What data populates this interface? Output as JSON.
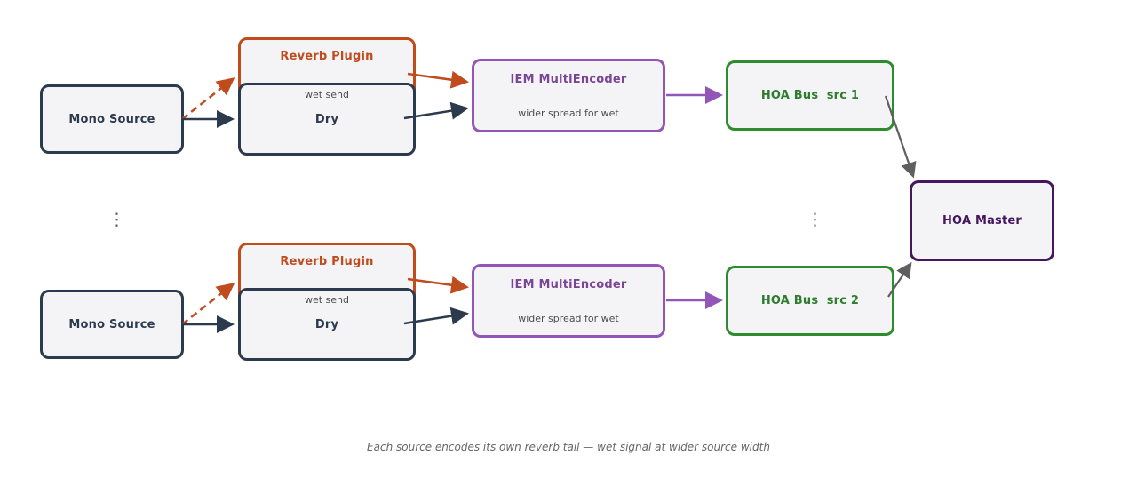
{
  "caption": "Each source encodes its own reverb tail — wet signal at wider source width",
  "icons": {
    "vertical_ellipsis": "⋮"
  },
  "colors": {
    "node_fill": "#f4f4f6",
    "navy": "#2b3a4d",
    "orange": "#c04b1d",
    "purple_border": "#9455b8",
    "purple_text": "#7a4595",
    "green": "#2e8b2e",
    "dark_purple": "#44175e",
    "arrow_gray": "#5f5f5f",
    "note_gray": "#4d4d4d"
  },
  "rows": [
    {
      "mono_source": "Mono Source",
      "reverb_plugin": "Reverb Plugin",
      "wet_send_label": "wet send",
      "dry": "Dry",
      "encoder_title": "IEM MultiEncoder",
      "encoder_note": "wider spread for wet",
      "hoa_bus": "HOA Bus  src 1"
    },
    {
      "mono_source": "Mono Source",
      "reverb_plugin": "Reverb Plugin",
      "wet_send_label": "wet send",
      "dry": "Dry",
      "encoder_title": "IEM MultiEncoder",
      "encoder_note": "wider spread for wet",
      "hoa_bus": "HOA Bus  src 2"
    }
  ],
  "hoa_master": "HOA Master",
  "edges": [
    {
      "from": "Mono Source (row 1)",
      "to": "Reverb Plugin (row 1)",
      "style": "dashed",
      "color": "orange"
    },
    {
      "from": "Mono Source (row 1)",
      "to": "Dry (row 1)",
      "style": "solid",
      "color": "navy"
    },
    {
      "from": "Reverb Plugin (row 1)",
      "to": "IEM MultiEncoder (row 1)",
      "style": "solid",
      "color": "orange"
    },
    {
      "from": "Dry (row 1)",
      "to": "IEM MultiEncoder (row 1)",
      "style": "solid",
      "color": "navy"
    },
    {
      "from": "IEM MultiEncoder (row 1)",
      "to": "HOA Bus  src 1",
      "style": "solid",
      "color": "purple"
    },
    {
      "from": "HOA Bus  src 1",
      "to": "HOA Master",
      "style": "solid",
      "color": "gray"
    },
    {
      "from": "Mono Source (row 2)",
      "to": "Reverb Plugin (row 2)",
      "style": "dashed",
      "color": "orange"
    },
    {
      "from": "Mono Source (row 2)",
      "to": "Dry (row 2)",
      "style": "solid",
      "color": "navy"
    },
    {
      "from": "Reverb Plugin (row 2)",
      "to": "IEM MultiEncoder (row 2)",
      "style": "solid",
      "color": "orange"
    },
    {
      "from": "Dry (row 2)",
      "to": "IEM MultiEncoder (row 2)",
      "style": "solid",
      "color": "navy"
    },
    {
      "from": "IEM MultiEncoder (row 2)",
      "to": "HOA Bus  src 2",
      "style": "solid",
      "color": "purple"
    },
    {
      "from": "HOA Bus  src 2",
      "to": "HOA Master",
      "style": "solid",
      "color": "gray"
    }
  ]
}
